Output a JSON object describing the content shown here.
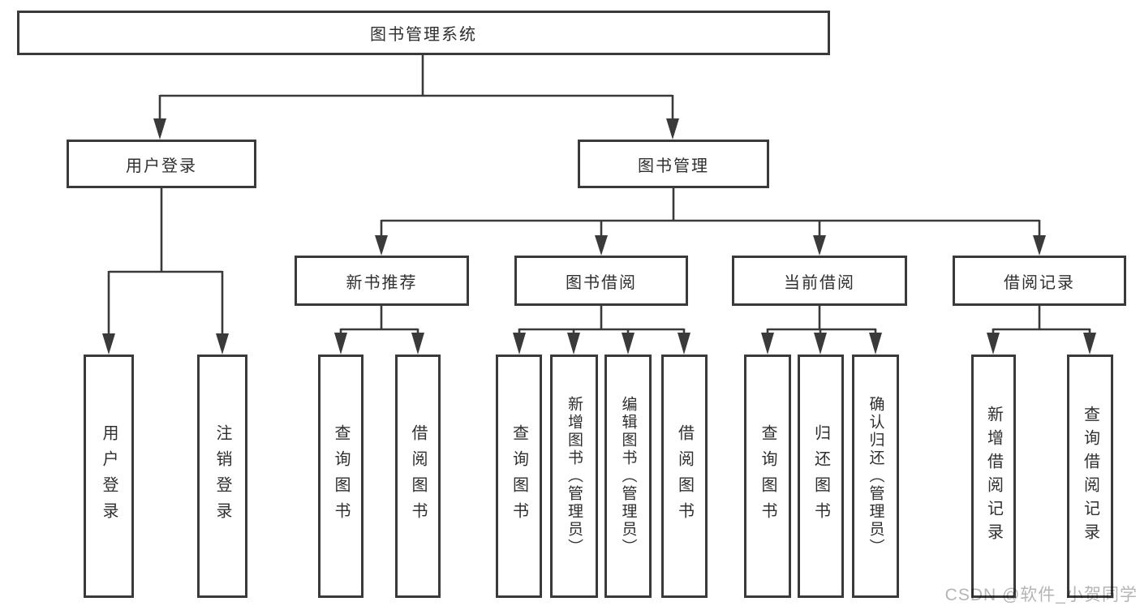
{
  "diagram": {
    "root": {
      "label": "图书管理系统"
    },
    "branches": [
      {
        "label": "用户登录",
        "children": [
          {
            "label": "用户登录"
          },
          {
            "label": "注销登录"
          }
        ]
      },
      {
        "label": "图书管理",
        "children": [
          {
            "label": "新书推荐",
            "children": [
              {
                "label": "查询图书"
              },
              {
                "label": "借阅图书"
              }
            ]
          },
          {
            "label": "图书借阅",
            "children": [
              {
                "label": "查询图书"
              },
              {
                "label": "新增图书（管理员）"
              },
              {
                "label": "编辑图书（管理员）"
              },
              {
                "label": "借阅图书"
              }
            ]
          },
          {
            "label": "当前借阅",
            "children": [
              {
                "label": "查询图书"
              },
              {
                "label": "归还图书"
              },
              {
                "label": "确认归还（管理员）"
              }
            ]
          },
          {
            "label": "借阅记录",
            "children": [
              {
                "label": "新增借阅记录"
              },
              {
                "label": "查询借阅记录"
              }
            ]
          }
        ]
      }
    ]
  },
  "watermark": {
    "text": "CSDN @软件_小贺同学"
  },
  "colors": {
    "line": "#3a3a3a",
    "box_background": "#ffffff",
    "text": "#2f2f2f",
    "watermark": "#b5b5b5"
  }
}
